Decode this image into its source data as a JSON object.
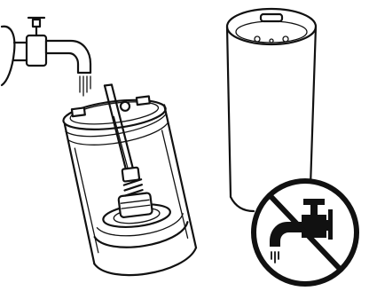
{
  "diagram": {
    "panels": [
      {
        "id": "rinse-grinder-body",
        "icons": [
          "water-tap-icon",
          "water-stream-icon",
          "grinder-body"
        ]
      },
      {
        "id": "do-not-rinse-cup",
        "icons": [
          "grinder-cup",
          "no-water-sign-icon"
        ]
      }
    ],
    "colors": {
      "line": "#111111",
      "background": "#ffffff",
      "sign_fill": "#ffffff"
    }
  }
}
